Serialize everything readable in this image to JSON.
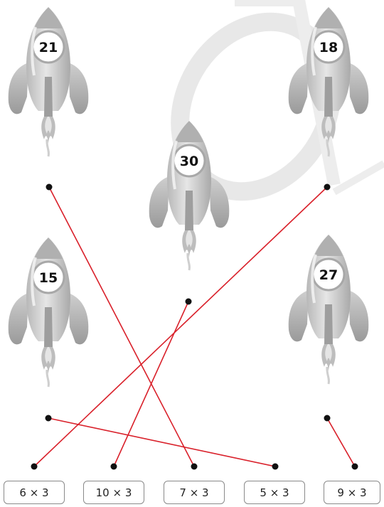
{
  "rockets": [
    {
      "id": "r21",
      "number": "21",
      "matched_to": "7 × 3"
    },
    {
      "id": "r18",
      "number": "18",
      "matched_to": "6 × 3"
    },
    {
      "id": "r30",
      "number": "30",
      "matched_to": "10 × 3"
    },
    {
      "id": "r15",
      "number": "15",
      "matched_to": "5 × 3"
    },
    {
      "id": "r27",
      "number": "27",
      "matched_to": "9 × 3"
    }
  ],
  "answers": [
    "6 × 3",
    "10 × 3",
    "7 × 3",
    "5 × 3",
    "9 × 3"
  ],
  "colors": {
    "line": "#d9202a",
    "dot": "#111111",
    "rocket_body": "#c9c9c9",
    "rocket_shadow": "#9c9c9c",
    "watermark": "#e4e4e4"
  }
}
